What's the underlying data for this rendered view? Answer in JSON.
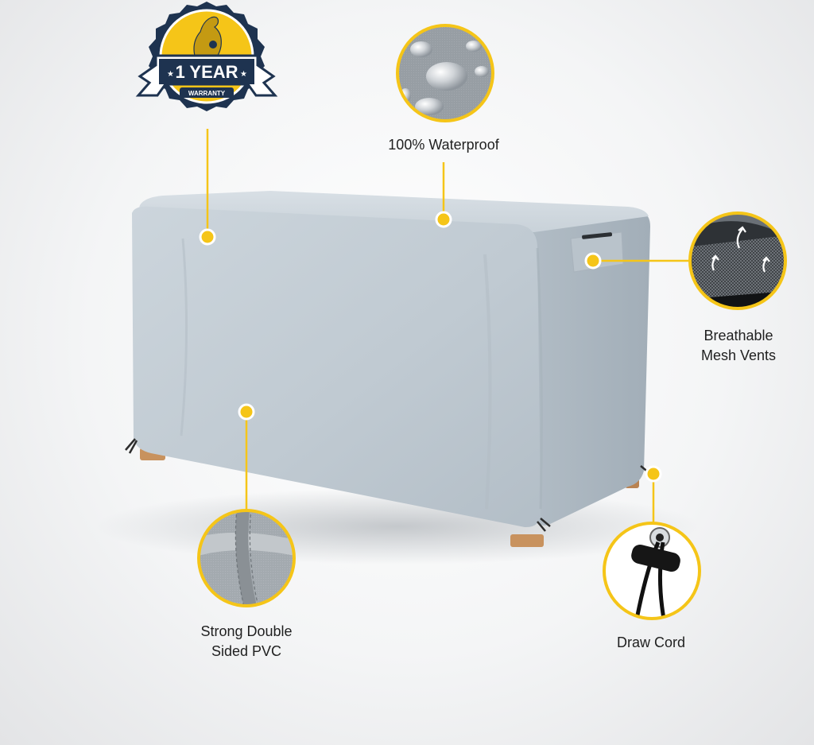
{
  "badge": {
    "line1": "1 YEAR",
    "line2": "WARRANTY"
  },
  "features": {
    "waterproof": {
      "label": "100% Waterproof"
    },
    "vents": {
      "label_line1": "Breathable",
      "label_line2": "Mesh Vents"
    },
    "pvc": {
      "label_line1": "Strong Double",
      "label_line2": "Sided PVC"
    },
    "drawcord": {
      "label": "Draw Cord"
    }
  },
  "colors": {
    "accent": "#f5c518",
    "badge_navy": "#1e3350",
    "cover_gray": "#c3cdd5",
    "text": "#1f1f1f"
  },
  "icons": [
    "seal-icon",
    "star-icon",
    "arrow-up-icon"
  ]
}
